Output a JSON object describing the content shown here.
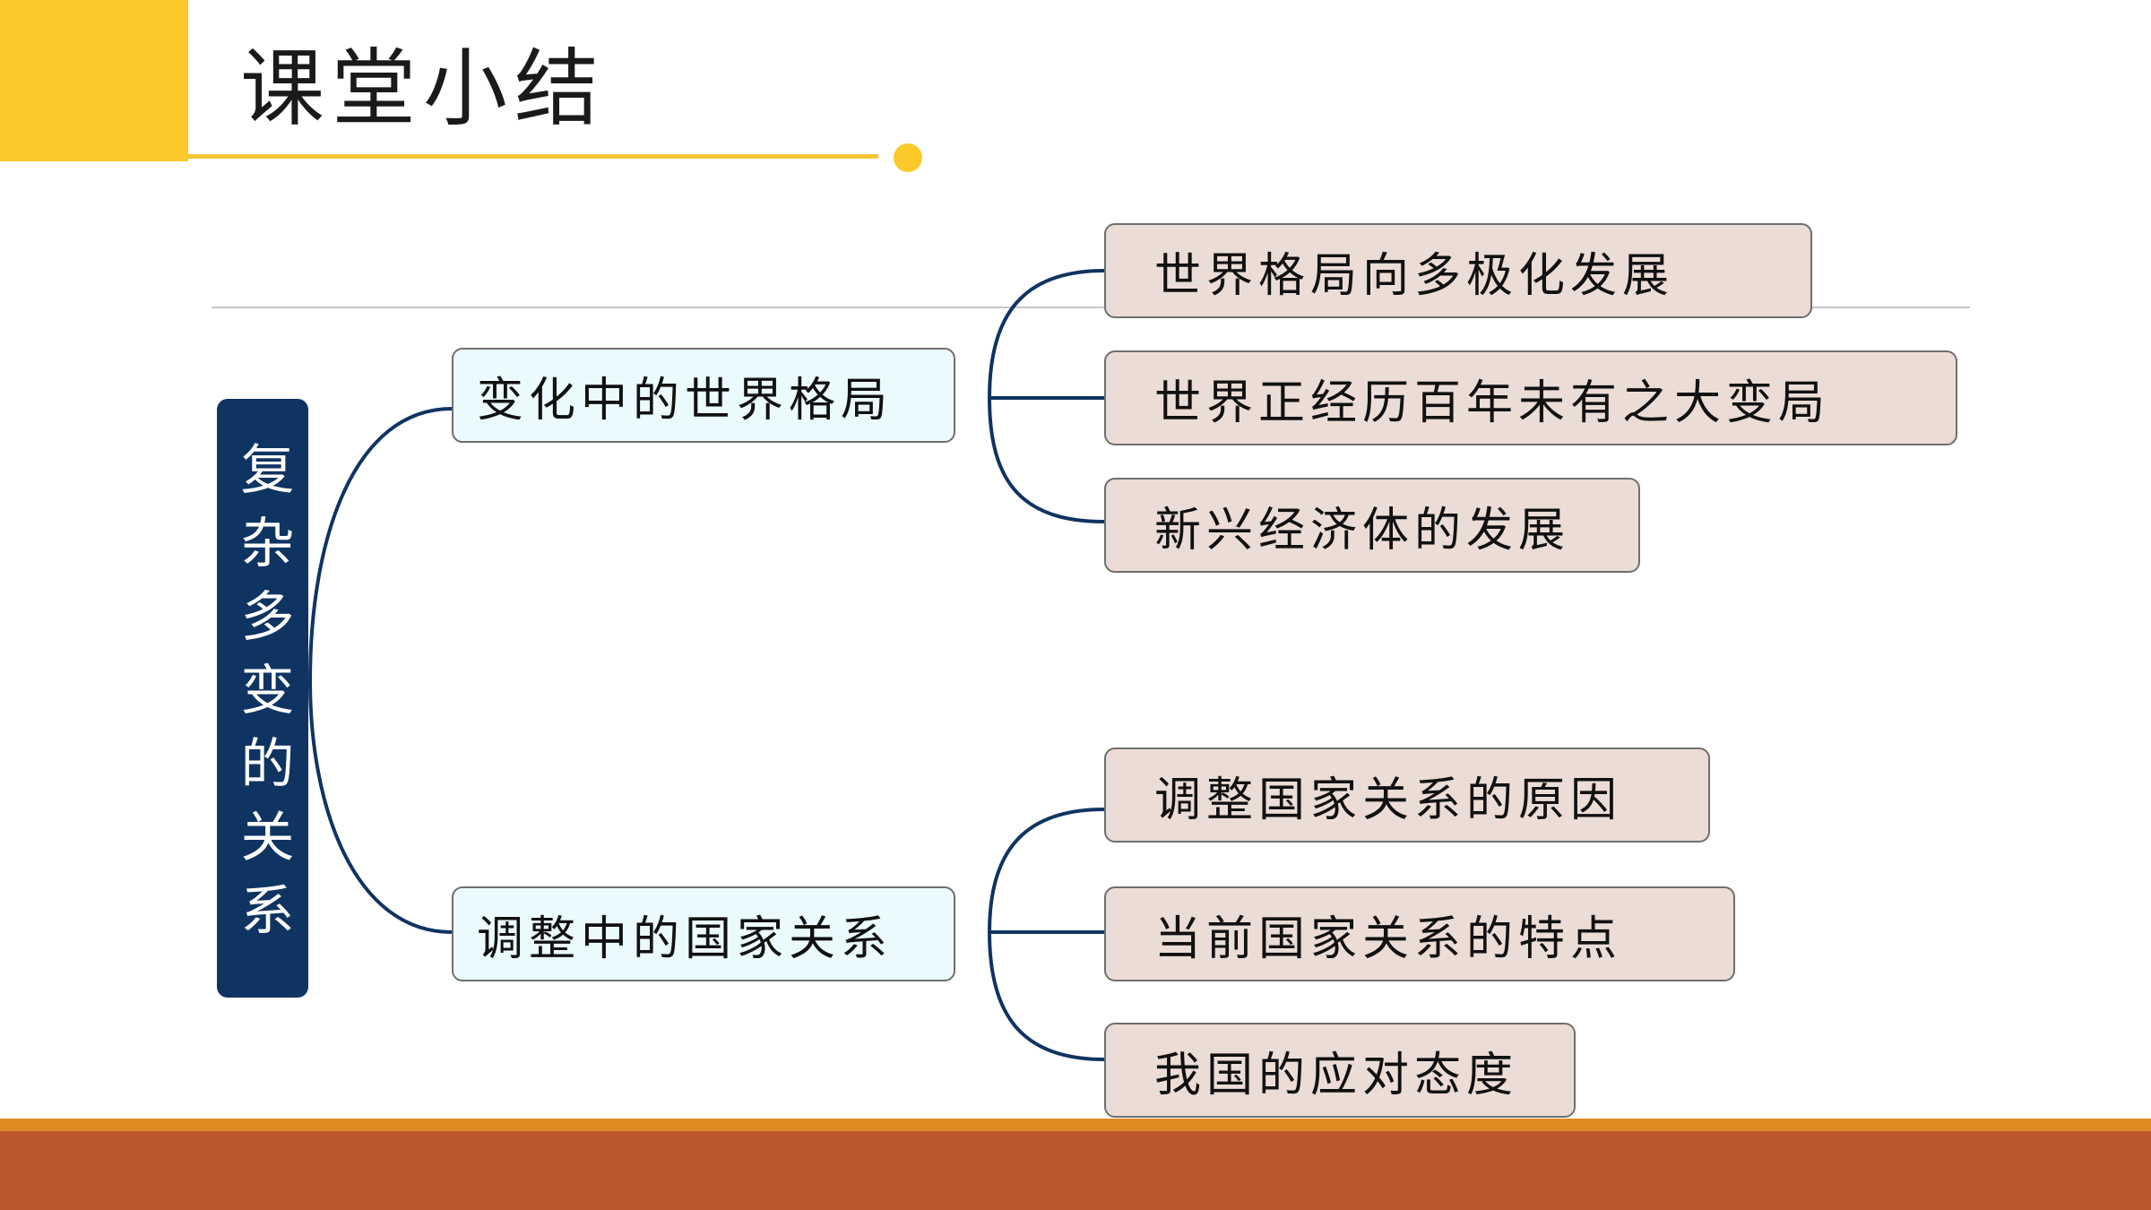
{
  "slide": {
    "title": "课堂小结"
  },
  "mindmap": {
    "root": "复杂多变的关系",
    "branches": [
      {
        "label": "变化中的世界格局",
        "leaves": [
          "世界格局向多极化发展",
          "世界正经历百年未有之大变局",
          "新兴经济体的发展"
        ]
      },
      {
        "label": "调整中的国家关系",
        "leaves": [
          "调整国家关系的原因",
          "当前国家关系的特点",
          "我国的应对态度"
        ]
      }
    ]
  },
  "colors": {
    "accent_yellow": "#fdc92a",
    "root_navy": "#0f3462",
    "branch_fill": "#eafafd",
    "leaf_fill": "#ecdcd6",
    "footer_orange": "#e08a22",
    "footer_rust": "#bc572b"
  }
}
